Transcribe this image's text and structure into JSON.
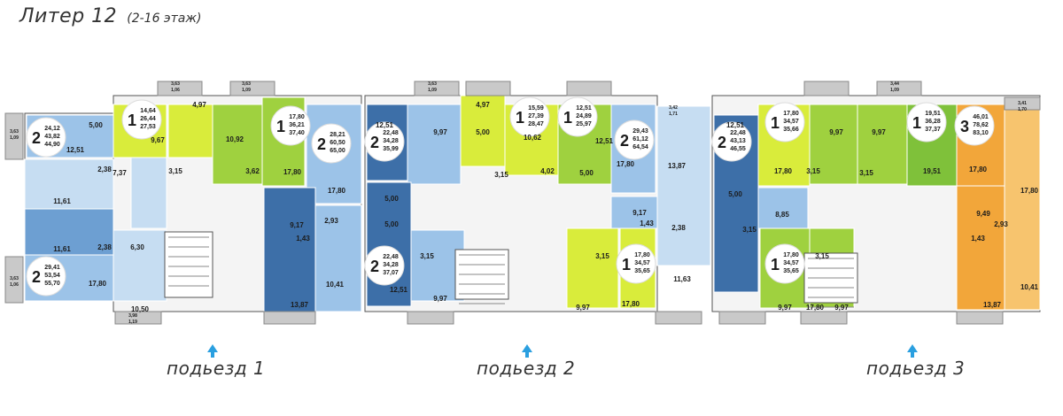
{
  "header": {
    "title": "Литер 12",
    "subtitle": "(2-16 этаж)"
  },
  "colors": {
    "dark_blue": "#3d6fa8",
    "mid_blue": "#6d9fd2",
    "light_blue": "#9cc3e8",
    "pale_blue": "#c6ddf2",
    "lime": "#d9ec3b",
    "green": "#9fd13f",
    "green_dark": "#7fc13a",
    "orange": "#f2a63a",
    "orange_light": "#f7c46e",
    "wall": "#555555",
    "balcony": "#c9c9c9",
    "arrow": "#2a9fe0"
  },
  "entrances": [
    {
      "label": "подьезд 1"
    },
    {
      "label": "подьезд 2"
    },
    {
      "label": "подьезд 3"
    }
  ],
  "apartments": [
    {
      "rooms": "2",
      "a1": "24,12",
      "a2": "43,82",
      "a3": "44,90"
    },
    {
      "rooms": "1",
      "a1": "14,64",
      "a2": "26,44",
      "a3": "27,53"
    },
    {
      "rooms": "1",
      "a1": "17,80",
      "a2": "36,21",
      "a3": "37,40"
    },
    {
      "rooms": "2",
      "a1": "28,21",
      "a2": "60,50",
      "a3": "65,00"
    },
    {
      "rooms": "2",
      "a1": "29,41",
      "a2": "53,54",
      "a3": "55,70"
    },
    {
      "rooms": "2",
      "a1": "22,48",
      "a2": "34,28",
      "a3": "35,99"
    },
    {
      "rooms": "1",
      "a1": "15,59",
      "a2": "27,39",
      "a3": "28,47"
    },
    {
      "rooms": "1",
      "a1": "12,51",
      "a2": "24,89",
      "a3": "25,97"
    },
    {
      "rooms": "2",
      "a1": "29,43",
      "a2": "61,12",
      "a3": "64,54"
    },
    {
      "rooms": "2",
      "a1": "22,48",
      "a2": "34,28",
      "a3": "37,07"
    },
    {
      "rooms": "1",
      "a1": "17,80",
      "a2": "34,57",
      "a3": "35,65"
    },
    {
      "rooms": "2",
      "a1": "22,48",
      "a2": "43,13",
      "a3": "46,55"
    },
    {
      "rooms": "1",
      "a1": "17,80",
      "a2": "34,57",
      "a3": "35,66"
    },
    {
      "rooms": "1",
      "a1": "19,51",
      "a2": "36,28",
      "a3": "37,37"
    },
    {
      "rooms": "3",
      "a1": "46,01",
      "a2": "78,62",
      "a3": "83,10"
    },
    {
      "rooms": "1",
      "a1": "17,80",
      "a2": "34,57",
      "a3": "35,65"
    }
  ],
  "room_areas": [
    "5,00",
    "12,51",
    "2,38",
    "7,37",
    "11,61",
    "11,61",
    "2,38",
    "6,30",
    "17,80",
    "10,50",
    "4,97",
    "9,67",
    "3,15",
    "10,92",
    "3,62",
    "17,80",
    "9,17",
    "1,43",
    "2,93",
    "17,80",
    "10,41",
    "13,87",
    "12,51",
    "9,97",
    "4,97",
    "5,00",
    "10,62",
    "12,51",
    "5,00",
    "4,02",
    "3,15",
    "17,80",
    "13,87",
    "5,00",
    "5,00",
    "3,15",
    "12,51",
    "9,97",
    "9,17",
    "1,43",
    "2,38",
    "11,63",
    "9,97",
    "17,80",
    "3,15",
    "12,51",
    "9,97",
    "9,97",
    "17,80",
    "3,15",
    "3,15",
    "19,51",
    "5,00",
    "8,85",
    "3,15",
    "9,97",
    "17,80",
    "9,97",
    "3,15",
    "17,80",
    "9,49",
    "1,43",
    "2,93",
    "17,80",
    "10,41",
    "13,87"
  ],
  "balcony_areas": [
    "3,63",
    "1,09",
    "3,63",
    "1,06",
    "3,63",
    "1,06",
    "3,63",
    "1,09",
    "3,98",
    "1,19",
    "3,63",
    "1,09",
    "3,42",
    "1,71",
    "3,44",
    "1,09",
    "3,41",
    "1,70"
  ]
}
